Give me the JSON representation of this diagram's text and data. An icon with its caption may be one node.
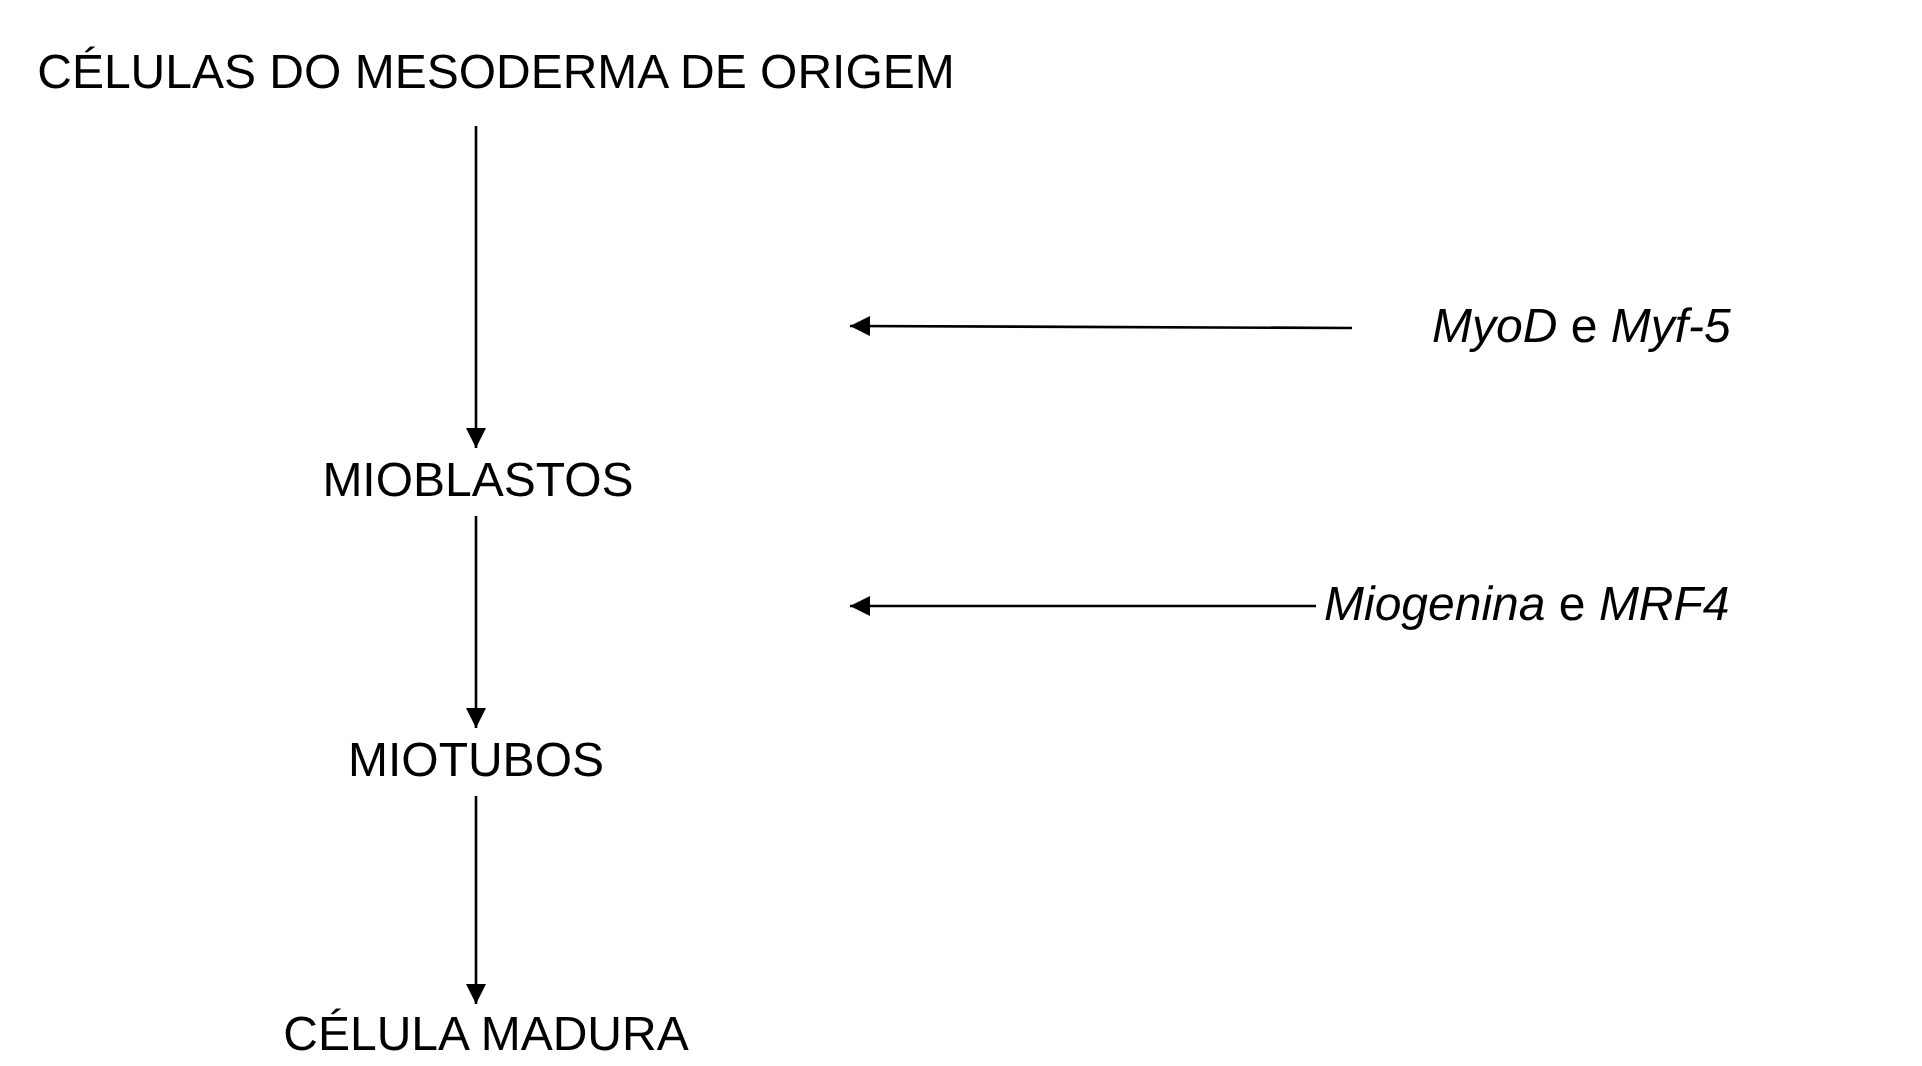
{
  "diagram": {
    "nodes": [
      {
        "text": [
          "CÉLULAS DO MESODERMA DE ORIGEM"
        ]
      },
      {
        "text": [
          "MIOBLASTOS"
        ]
      },
      {
        "text": [
          "MIOTUBOS"
        ]
      },
      {
        "text": [
          "CÉLULA MADURA"
        ]
      },
      {
        "text": [
          "*MyoD* e *Myf-5*"
        ]
      },
      {
        "text": [
          "*Miogenina* e *MRF4*"
        ]
      }
    ],
    "edges": [
      {
        "from": 0,
        "to": 1,
        "arrow": "to"
      },
      {
        "from": 1,
        "to": 2,
        "arrow": "to"
      },
      {
        "from": 2,
        "to": 3,
        "arrow": "to"
      },
      {
        "from": 4,
        "to": null,
        "arrow": "to"
      },
      {
        "from": 5,
        "to": null,
        "arrow": "to"
      }
    ]
  }
}
